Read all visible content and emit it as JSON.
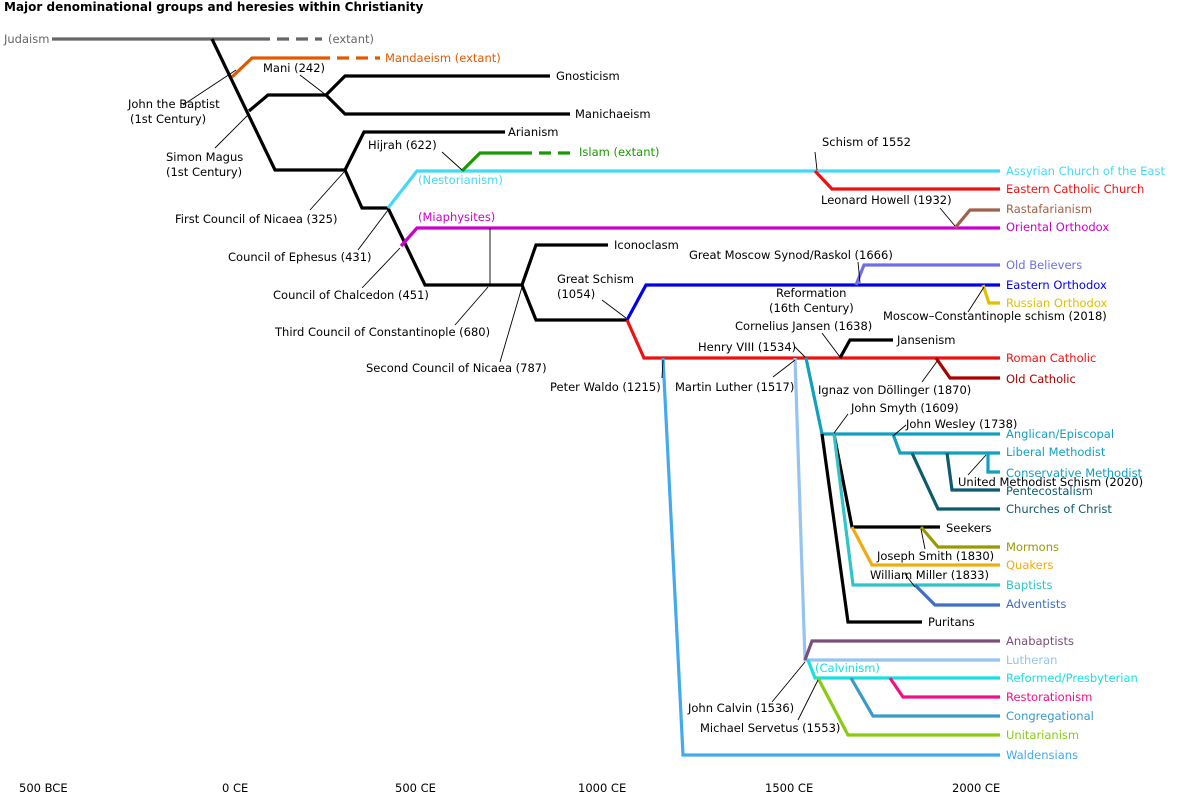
{
  "title": "Major denominational groups and heresies within Christianity",
  "axis_labels": [
    "500 BCE",
    "0 CE",
    "500 CE",
    "1000 CE",
    "1500 CE",
    "2000 CE"
  ],
  "groups": {
    "judaism": "Judaism",
    "judaism_extant": "(extant)",
    "mandaeism": "Mandaeism (extant)",
    "gnosticism": "Gnosticism",
    "manichaeism": "Manichaeism",
    "arianism": "Arianism",
    "islam": "Islam (extant)",
    "assyrian": "Assyrian Church of the East",
    "eastern_catholic": "Eastern Catholic Church",
    "rastafarianism": "Rastafarianism",
    "oriental": "Oriental Orthodox",
    "iconoclasm": "Iconoclasm",
    "old_believers": "Old Believers",
    "eastern_orthodox": "Eastern Orthodox",
    "russian_orthodox": "Russian Orthodox",
    "jansenism": "Jansenism",
    "roman_catholic": "Roman Catholic",
    "old_catholic": "Old Catholic",
    "anglican": "Anglican/Episcopal",
    "liberal_methodist": "Liberal Methodist",
    "conservative_methodist": "Conservative Methodist",
    "pentecostalism": "Pentecostalism",
    "churches_of_christ": "Churches of Christ",
    "seekers": "Seekers",
    "mormons": "Mormons",
    "quakers": "Quakers",
    "baptists": "Baptists",
    "adventists": "Adventists",
    "puritans": "Puritans",
    "anabaptists": "Anabaptists",
    "lutheran": "Lutheran",
    "reformed": "Reformed/Presbyterian",
    "restorationism": "Restorationism",
    "congregational": "Congregational",
    "unitarianism": "Unitarianism",
    "waldensians": "Waldensians",
    "nestorianism": "(Nestorianism)",
    "miaphysites": "(Miaphysites)",
    "calvinism": "(Calvinism)"
  },
  "events": {
    "john_baptist_1": "John the Baptist",
    "john_baptist_2": "(1st Century)",
    "mani": "Mani (242)",
    "simon_magus_1": "Simon Magus",
    "simon_magus_2": "(1st Century)",
    "hijrah": "Hijrah (622)",
    "nicaea1": "First Council of Nicaea (325)",
    "ephesus": "Council of Ephesus (431)",
    "chalcedon": "Council of Chalcedon (451)",
    "constantinople3": "Third Council of Constantinople (680)",
    "nicaea2": "Second Council of Nicaea (787)",
    "schism_1552": "Schism of 1552",
    "leonard_howell": "Leonard Howell (1932)",
    "great_schism_1": "Great Schism",
    "great_schism_2": "(1054)",
    "moscow_synod": "Great Moscow Synod/Raskol (1666)",
    "reformation_1": "Reformation",
    "reformation_2": "(16th Century)",
    "moscow_const": "Moscow–Constantinople schism (2018)",
    "jansen": "Cornelius Jansen (1638)",
    "henry": "Henry VIII (1534)",
    "waldo": "Peter Waldo (1215)",
    "luther": "Martin Luther (1517)",
    "dollinger": "Ignaz von Döllinger (1870)",
    "smyth": "John Smyth (1609)",
    "wesley": "John Wesley (1738)",
    "umc_schism": "United Methodist Schism (2020)",
    "joseph_smith": "Joseph Smith (1830)",
    "miller": "William Miller (1833)",
    "calvin": "John Calvin (1536)",
    "servetus": "Michael Servetus (1553)"
  },
  "colors": {
    "judaism": "#666666",
    "mandaeism": "#e05a00",
    "black": "#000000",
    "islam": "#1a9a00",
    "assyrian": "#44d8f7",
    "catholic": "#ee1111",
    "rasta": "#a0604a",
    "oriental": "#cc00cc",
    "old_believers": "#6e6ee8",
    "orthodox": "#0000ee",
    "russian": "#e0c000",
    "old_catholic": "#aa0000",
    "anglican": "#12a0c0",
    "pentecostal": "#0d5c6e",
    "mormons": "#9a9a00",
    "quakers": "#f2aa10",
    "baptists": "#2ec4c8",
    "adventists": "#3d6ec8",
    "anabaptists": "#7a4f7a",
    "lutheran": "#95c4f0",
    "reformed": "#18e0e0",
    "restoration": "#ee1188",
    "congregational": "#3a9ac8",
    "unitarian": "#88cc10",
    "waldensians": "#44aaee"
  }
}
